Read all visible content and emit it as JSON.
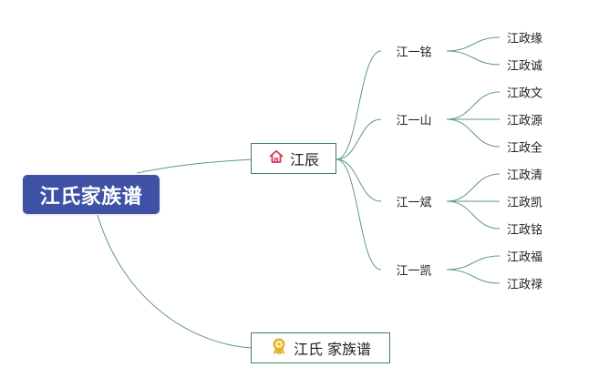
{
  "root": {
    "label": "江氏家族谱"
  },
  "main_node": {
    "label": "江辰",
    "icon": "house-icon",
    "icon_color": "#d6395a",
    "children": [
      {
        "label": "江一铭",
        "children": [
          "江政缘",
          "江政诚"
        ]
      },
      {
        "label": "江一山",
        "children": [
          "江政文",
          "江政源",
          "江政全"
        ]
      },
      {
        "label": "江一斌",
        "children": [
          "江政清",
          "江政凯",
          "江政铭"
        ]
      },
      {
        "label": "江一凯",
        "children": [
          "江政福",
          "江政禄"
        ]
      }
    ]
  },
  "footer_node": {
    "label": "江氏 家族谱",
    "icon": "award-ribbon-icon",
    "icon_color": "#f0c23a"
  },
  "colors": {
    "root_fill": "#3f51a5",
    "root_text": "#ffffff",
    "box_border": "#3e8064",
    "edge": "#5f9a80"
  }
}
